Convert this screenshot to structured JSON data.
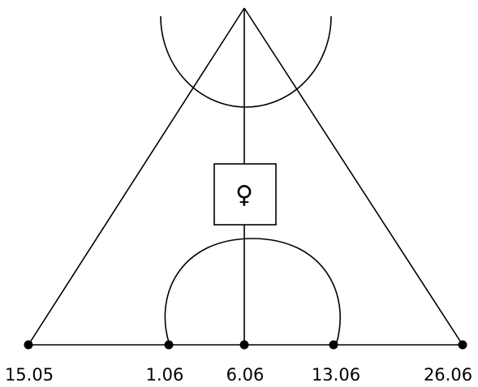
{
  "diagram": {
    "center_symbol": "♀",
    "symbol_icon": "venus-icon",
    "date_labels": [
      "15.05",
      "1.06",
      "6.06",
      "13.06",
      "26.06"
    ]
  }
}
